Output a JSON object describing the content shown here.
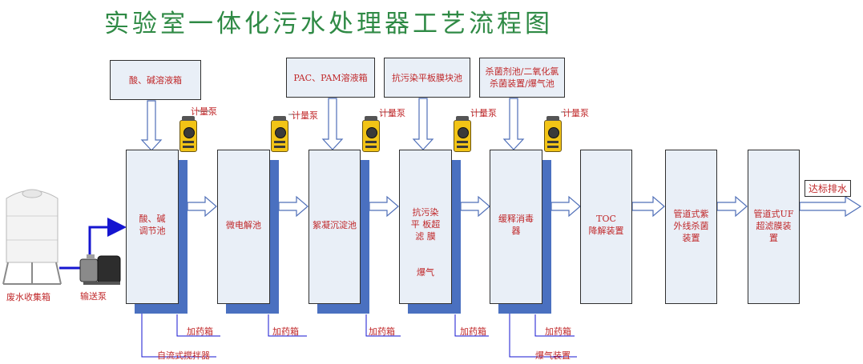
{
  "title": "实验室一体化污水处理器工艺流程图",
  "units": {
    "regulating": [
      "酸、碱",
      "调节池"
    ],
    "microelectrolysis": "微电解池",
    "coagulation": "絮凝沉淀池",
    "membrane": [
      "抗污染",
      "平 板超",
      "滤 膜"
    ],
    "membrane_aeration": "爆气",
    "sustained_release": [
      "缓释消毒",
      "器"
    ],
    "toc": [
      "TOC",
      "降解装置"
    ],
    "uv": [
      "管道式紫",
      "外线杀菌",
      "装置"
    ],
    "uf": [
      "管道式UF",
      "超滤膜装",
      "置"
    ]
  },
  "source_boxes": {
    "acid_base": "酸、碱溶液箱",
    "pac_pam": "PAC、PAM溶液箱",
    "membrane_module": "抗污染平板膜块池",
    "disinfectant": [
      "杀菌剂池/二氧化氯",
      "杀菌装置/爆气池"
    ]
  },
  "pump_labels": [
    "计量泵",
    "计量泵",
    "计量泵",
    "计量泵",
    "计量泵"
  ],
  "dosing_labels": [
    "加药箱",
    "加药箱",
    "加药箱",
    "加药箱",
    "加药箱"
  ],
  "labels": {
    "collection_tank": "废水收集箱",
    "transfer_pump": "输送泵",
    "mixer": "自流式搅拌器",
    "aeration_device": "爆气装置",
    "discharge": "达标排水"
  },
  "colors": {
    "title": "#2f8a45",
    "text": "#c0282a",
    "box_fill": "#e9eff7",
    "shadow": "#4a70c0",
    "flow_line": "#1515d0",
    "arrow_outline": "#4f6fb8",
    "pump_yellow": "#f2c416",
    "mixer_fill": "#8a1c24"
  }
}
